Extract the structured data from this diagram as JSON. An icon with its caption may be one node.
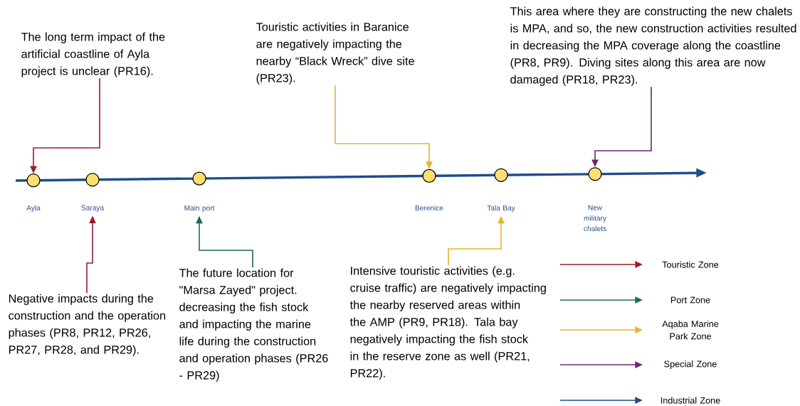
{
  "diagram": {
    "nodes": [
      {
        "text": [
          "The long term impact of the artificial coastline of Ayla project is unclear (PR16)."
        ]
      },
      {
        "text": [
          "Touristic activities in Baranice are negatively impacting the nearby “Black Wreck” dive site (PR23)."
        ]
      },
      {
        "text": [
          "This area where they are constructing the new chalets is MPA, and so, the new construction activities resulted in decreasing the MPA coverage along the coastline (PR8, PR9). Diving sites along this area are now damaged (PR18, PR23)."
        ]
      },
      {
        "text": [],
        "shape": "circle",
        "beside": [
          "Ayla"
        ]
      },
      {
        "text": [],
        "shape": "circle",
        "beside": [
          "Saraya"
        ]
      },
      {
        "text": [],
        "shape": "circle",
        "beside": [
          "Main port"
        ]
      },
      {
        "text": [],
        "shape": "circle",
        "beside": [
          "Berenice"
        ]
      },
      {
        "text": [],
        "shape": "circle",
        "beside": [
          "Tala Bay"
        ]
      },
      {
        "text": [],
        "shape": "circle",
        "beside": [
          "New military chalets"
        ]
      },
      {
        "text": [
          "Negative impacts during the construction and the operation phases (PR8, PR12, PR26, PR27, PR28, and PR29)."
        ]
      },
      {
        "text": [
          "The future location for \"Marsa Zayed\" project. decreasing the fish stock and impacting the marine life during the construction and operation phases (PR26 - PR29)"
        ]
      },
      {
        "text": [
          "Intensive touristic activities (e.g. cruise traffic) are negatively impacting the nearby reserved areas within the AMP (PR9, PR18). Tala bay negatively impacting the fish stock in the reserve zone as well (PR21, PR22)."
        ]
      }
    ],
    "edges": [
      {
        "from": 0,
        "to": 3,
        "arrow": "to",
        "color": "#9b1c2c"
      },
      {
        "from": 1,
        "to": 6,
        "arrow": "to",
        "color": "#e8b52a"
      },
      {
        "from": 2,
        "to": 8,
        "arrow": "to",
        "color": "#6b2670"
      },
      {
        "from": 9,
        "to": 4,
        "arrow": "to",
        "color": "#9b1c2c"
      },
      {
        "from": 10,
        "to": 5,
        "arrow": "to",
        "color": "#1a6b4f"
      },
      {
        "from": 11,
        "to": 7,
        "arrow": "to",
        "color": "#e8b52a"
      }
    ],
    "legend": [
      {
        "text": "Touristic Zone"
      },
      {
        "text": "Port Zone"
      },
      {
        "text": "Aqaba Marine Park Zone"
      },
      {
        "text": "Special Zone"
      },
      {
        "text": "Industrial Zone"
      }
    ]
  }
}
